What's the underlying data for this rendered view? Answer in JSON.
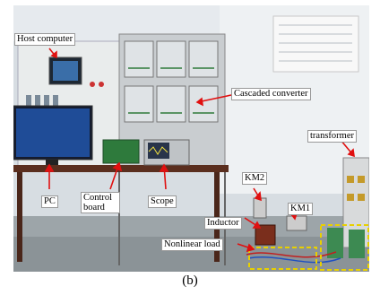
{
  "labels": {
    "host_computer": "Host computer",
    "cascaded_converter": "Cascaded converter",
    "transformer": "transformer",
    "pc": "PC",
    "control_board": "Control board",
    "scope": "Scope",
    "km2": "KM2",
    "km1": "KM1",
    "inductor": "Inductor",
    "nonlinear_load": "Nonlinear load"
  },
  "caption": "(b)",
  "colors": {
    "arrow": "#e01010",
    "highlight_box": "#e8d000"
  }
}
